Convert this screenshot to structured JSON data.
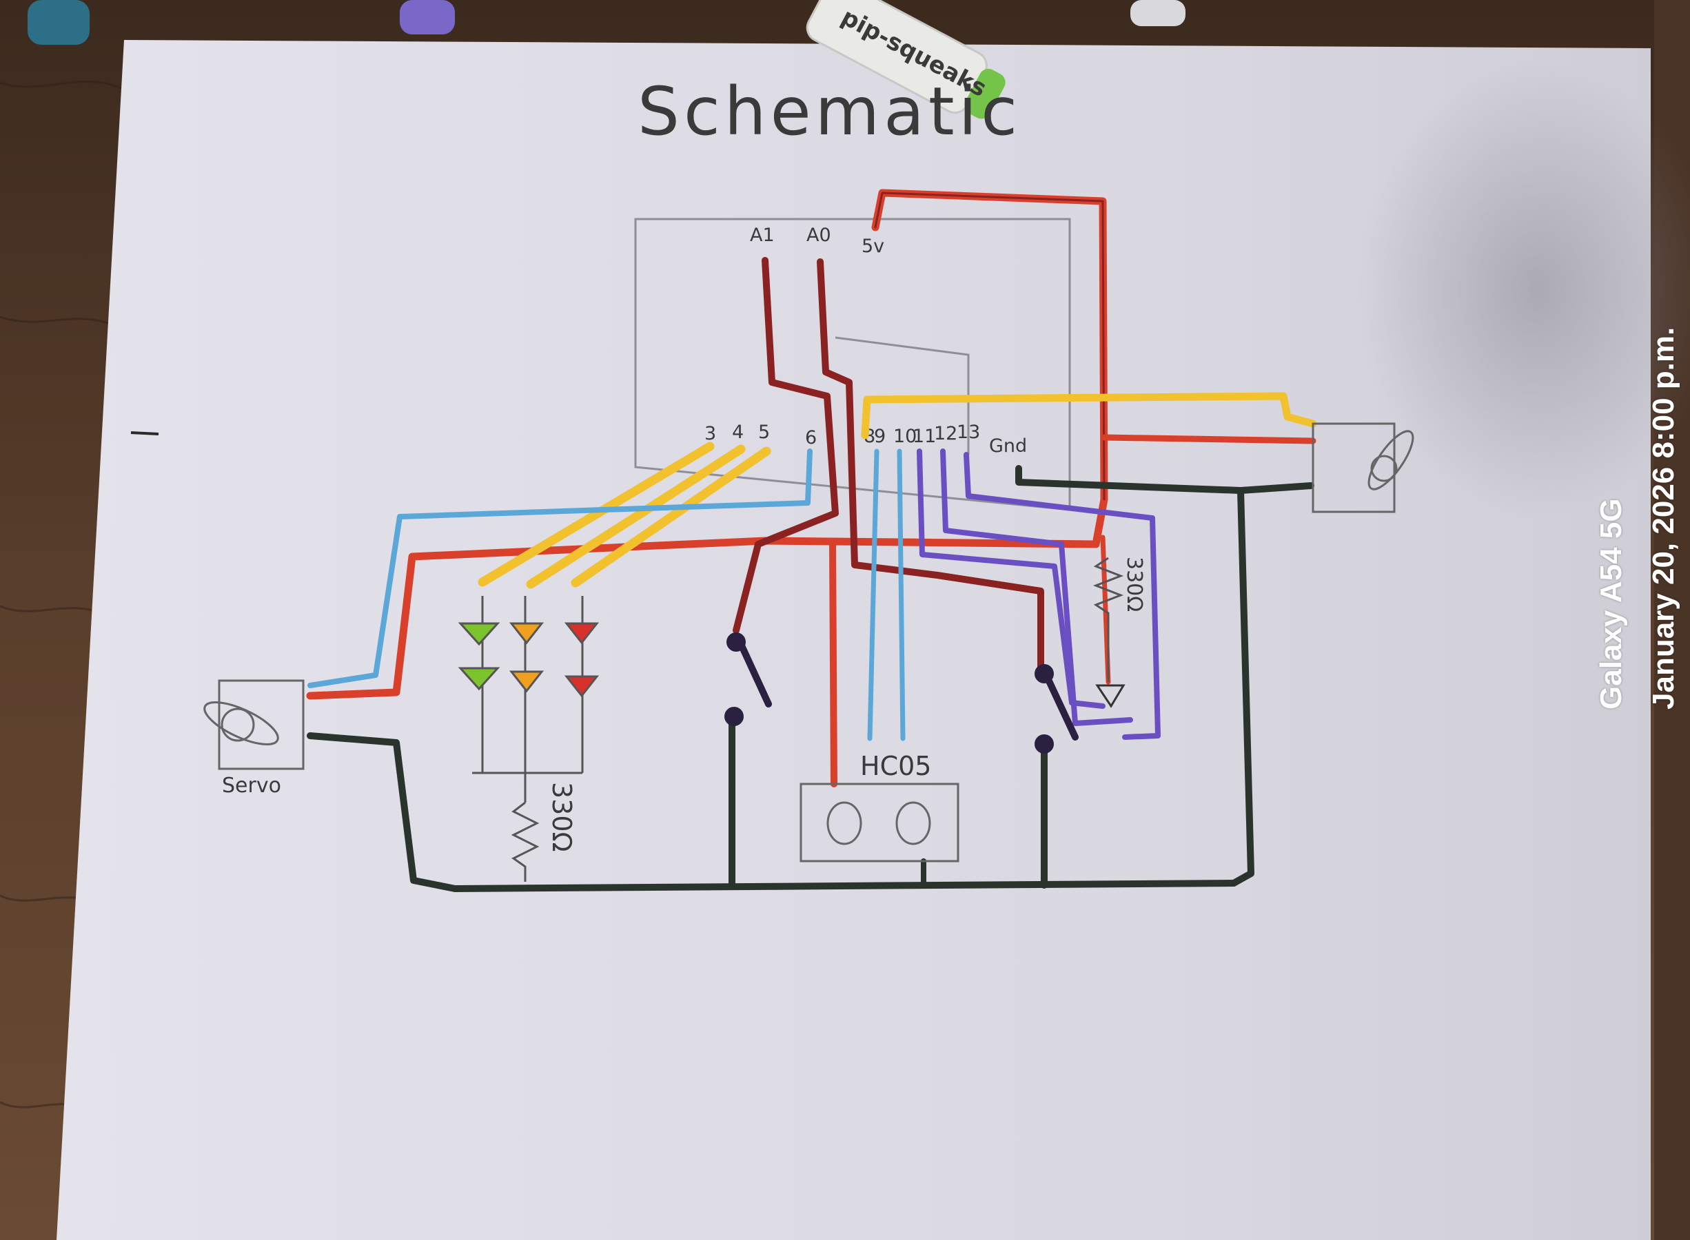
{
  "page": {
    "title": "Schematic",
    "camera_model": "Galaxy A54 5G",
    "capture_datetime": "January 20, 2026 8:00 p.m."
  },
  "board": {
    "pin_labels": [
      "A1",
      "A0",
      "5v",
      "3",
      "4",
      "5",
      "6",
      "8",
      "9",
      "10",
      "11",
      "12",
      "13",
      "Gnd"
    ]
  },
  "components": {
    "servo_label": "Servo",
    "sensor_label": "HC05",
    "led_resistor_label": "330Ω",
    "side_resistor_label": "330Ω"
  },
  "wire_colors": {
    "red": "#d9402b",
    "dark_red": "#8a2222",
    "yellow": "#f2c12e",
    "blue": "#5aa7d8",
    "purple": "#6a4fc2",
    "black": "#2a332c"
  },
  "led_colors": {
    "green": "#7dc42c",
    "orange": "#f0a020",
    "red": "#d8302a"
  },
  "marker": {
    "brand_text": "pip-squeaks"
  }
}
